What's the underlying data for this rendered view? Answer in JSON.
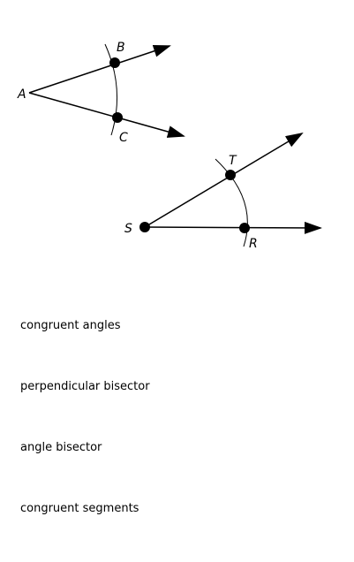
{
  "diagram": {
    "colors": {
      "ink": "#000000",
      "background": "#ffffff"
    },
    "figure_1": {
      "vertex": "A",
      "points": [
        "B",
        "C"
      ]
    },
    "figure_2": {
      "vertex": "S",
      "points": [
        "T",
        "R"
      ]
    }
  },
  "choices": [
    {
      "label": "congruent angles"
    },
    {
      "label": "perpendicular bisector"
    },
    {
      "label": "angle bisector"
    },
    {
      "label": "congruent segments"
    }
  ]
}
